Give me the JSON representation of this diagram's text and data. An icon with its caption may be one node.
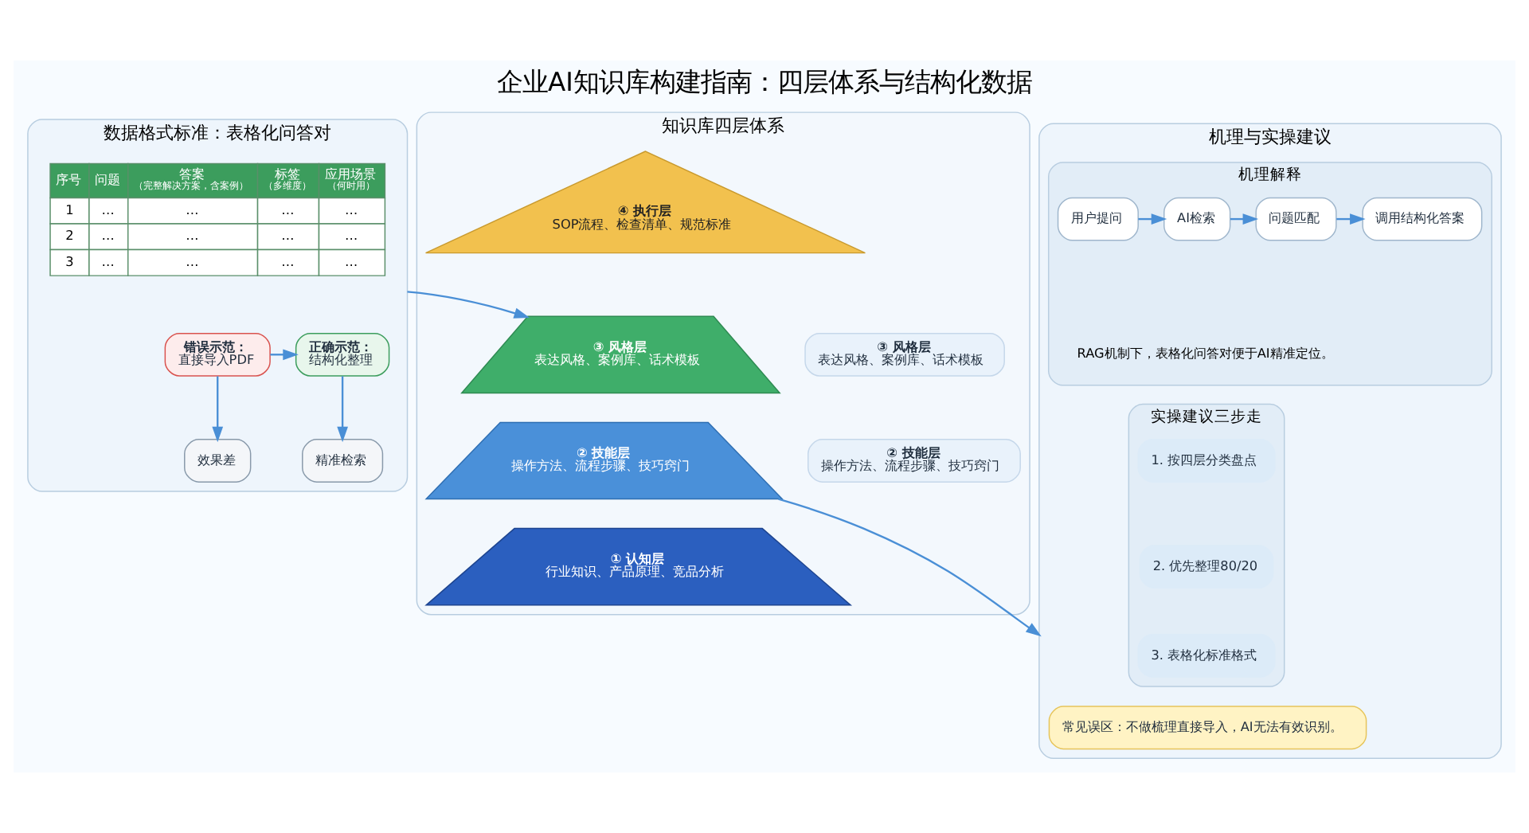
{
  "diagram": {
    "title": "企业AI知识库构建指南：四层体系与结构化数据",
    "nodes": [
      {
        "text": [
          "数据格式标准：表格化问答对"
        ]
      },
      {
        "text": [
          "错误示范：",
          "直接导入PDF"
        ],
        "in": 0
      },
      {
        "text": [
          "正确示范：",
          "结构化整理"
        ],
        "in": 0
      },
      {
        "text": [
          "效果差"
        ],
        "in": 0
      },
      {
        "text": [
          "精准检索"
        ],
        "in": 0
      },
      {
        "text": [
          "知识库四层体系"
        ]
      },
      {
        "text": [
          "④ 执行层",
          "SOP流程、检查清单、规范标准"
        ],
        "in": 5
      },
      {
        "text": [
          "③ 风格层",
          "表达风格、案例库、话术模板"
        ],
        "beside": [
          "③ 风格层",
          "表达风格、案例库、话术模板"
        ],
        "in": 5
      },
      {
        "text": [
          "② 技能层",
          "操作方法、流程步骤、技巧窍门"
        ],
        "beside": [
          "② 技能层",
          "操作方法、流程步骤、技巧窍门"
        ],
        "in": 5
      },
      {
        "text": [
          "① 认知层",
          "行业知识、产品原理、竞品分析"
        ],
        "in": 5
      },
      {
        "text": [
          "机理与实操建议"
        ]
      },
      {
        "text": [
          "机理解释"
        ],
        "in": 10
      },
      {
        "text": [
          "用户提问"
        ],
        "in": 11
      },
      {
        "text": [
          "AI检索"
        ],
        "in": 11
      },
      {
        "text": [
          "问题匹配"
        ],
        "in": 11
      },
      {
        "text": [
          "调用结构化答案"
        ],
        "in": 11
      },
      {
        "text": [
          "实操建议三步走"
        ],
        "in": 10
      },
      {
        "text": [
          "1. 按四层分类盘点"
        ],
        "in": 16
      },
      {
        "text": [
          "2. 优先整理80/20"
        ],
        "in": 16
      },
      {
        "text": [
          "3. 表格化标准格式"
        ],
        "in": 16
      },
      {
        "text": [
          "常见误区：不做梳理直接导入，AI无法有效识别。"
        ],
        "in": 10
      }
    ],
    "edges": [
      {
        "from": 1,
        "to": 2,
        "arrow": "to"
      },
      {
        "from": 1,
        "to": 3,
        "arrow": "to"
      },
      {
        "from": 2,
        "to": 4,
        "arrow": "to"
      },
      {
        "from": 0,
        "to": 7,
        "arrow": "to"
      },
      {
        "from": 8,
        "to": 10,
        "arrow": "to"
      },
      {
        "from": 12,
        "to": 13,
        "arrow": "to"
      },
      {
        "from": 13,
        "to": 14,
        "arrow": "to"
      },
      {
        "from": 14,
        "to": 15,
        "arrow": "to"
      }
    ],
    "labels": [
      "序号",
      "问题",
      "答案",
      "（完整解决方案，含案例）",
      "标签",
      "（多维度）",
      "应用场景",
      "（何时用）",
      "1",
      "…",
      "…",
      "…",
      "…",
      "2",
      "…",
      "…",
      "…",
      "…",
      "3",
      "…",
      "…",
      "…",
      "…",
      "RAG机制下，表格化问答对便于AI精准定位。"
    ]
  }
}
